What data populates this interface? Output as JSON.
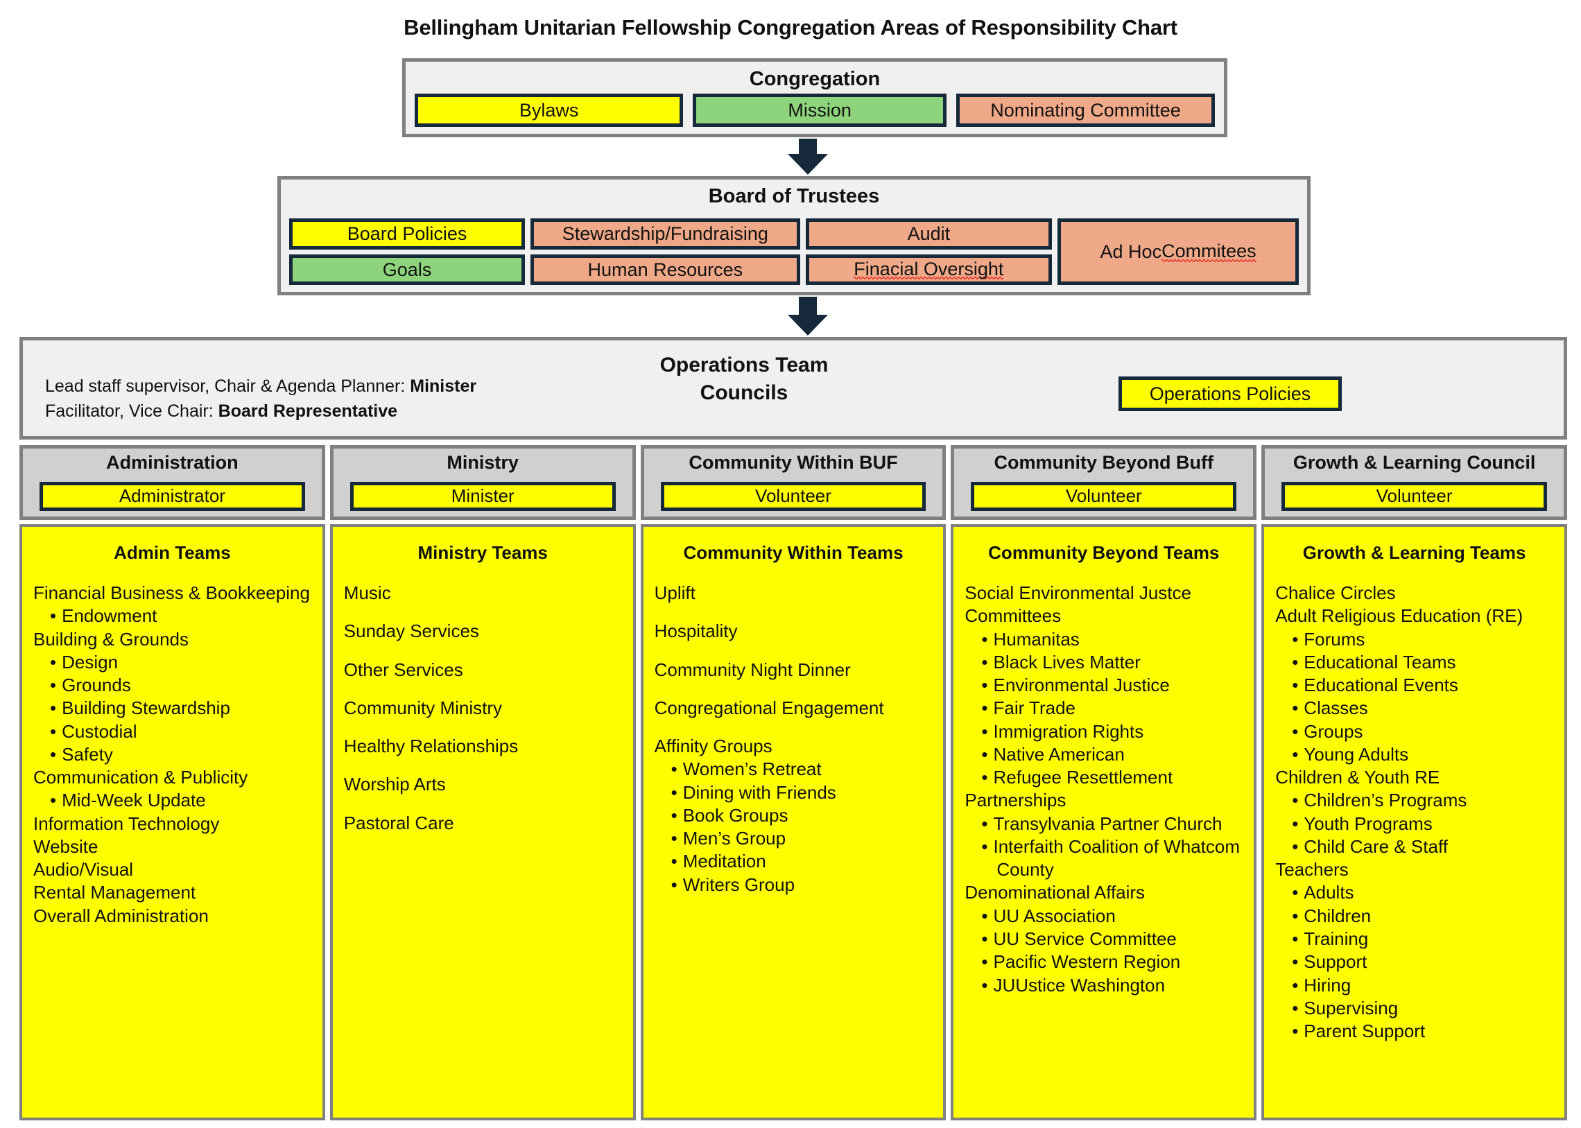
{
  "title": "Bellingham Unitarian Fellowship Congregation Areas of Responsibility Chart",
  "colors": {
    "yellow": "#ffff00",
    "green": "#8ed47d",
    "salmon": "#f0a988",
    "panel_border": "#808080",
    "panel_fill": "#f0f0f0",
    "chip_border": "#16293b",
    "arrow": "#16293b",
    "council_head_fill": "#d0d0d0"
  },
  "congregation": {
    "title": "Congregation",
    "chips": [
      {
        "label": "Bylaws",
        "color": "yellow"
      },
      {
        "label": "Mission",
        "color": "green"
      },
      {
        "label": "Nominating Committee",
        "color": "salmon"
      }
    ]
  },
  "board": {
    "title": "Board of Trustees",
    "columns": [
      {
        "chips": [
          {
            "label": "Board Policies",
            "color": "yellow"
          },
          {
            "label": "Goals",
            "color": "green"
          }
        ]
      },
      {
        "chips": [
          {
            "label": "Stewardship/Fundraising",
            "color": "salmon"
          },
          {
            "label": "Human Resources",
            "color": "salmon"
          }
        ]
      },
      {
        "chips": [
          {
            "label": "Audit",
            "color": "salmon"
          },
          {
            "label": "Finacial Oversight",
            "color": "salmon",
            "misspelled": true
          }
        ]
      },
      {
        "chips": [
          {
            "label": "Ad Hoc Commitees",
            "color": "salmon",
            "misspelled_word": "Commitees"
          }
        ]
      }
    ]
  },
  "operations": {
    "heading_line1": "Operations Team",
    "heading_line2": "Councils",
    "roles": [
      {
        "prefix": "Lead staff supervisor, Chair & Agenda Planner: ",
        "value": "Minister"
      },
      {
        "prefix": "Facilitator, Vice Chair: ",
        "value": "Board Representative"
      }
    ],
    "policy_chip": {
      "label": "Operations Policies",
      "color": "yellow"
    }
  },
  "councils": [
    {
      "title": "Administration",
      "lead": "Administrator"
    },
    {
      "title": "Ministry",
      "lead": "Minister"
    },
    {
      "title": "Community Within BUF",
      "lead": "Volunteer"
    },
    {
      "title": "Community Beyond Buff",
      "lead": "Volunteer"
    },
    {
      "title": "Growth & Learning Council",
      "lead": "Volunteer"
    }
  ],
  "teams": [
    {
      "heading": "Admin Teams",
      "items": [
        {
          "level": 1,
          "text": "Financial Business & Bookkeeping"
        },
        {
          "level": 2,
          "text": "Endowment"
        },
        {
          "level": 1,
          "text": "Building & Grounds"
        },
        {
          "level": 2,
          "text": "Design"
        },
        {
          "level": 2,
          "text": "Grounds"
        },
        {
          "level": 2,
          "text": "Building Stewardship"
        },
        {
          "level": 2,
          "text": "Custodial"
        },
        {
          "level": 2,
          "text": "Safety"
        },
        {
          "level": 1,
          "text": "Communication & Publicity"
        },
        {
          "level": 2,
          "text": "Mid-Week Update"
        },
        {
          "level": 1,
          "text": "Information Technology"
        },
        {
          "level": 1,
          "text": "Website"
        },
        {
          "level": 1,
          "text": "Audio/Visual"
        },
        {
          "level": 1,
          "text": "Rental Management"
        },
        {
          "level": 1,
          "text": "Overall Administration"
        }
      ]
    },
    {
      "heading": "Ministry Teams",
      "items": [
        {
          "level": 1,
          "text": "Music",
          "spaced": true
        },
        {
          "level": 1,
          "text": "Sunday Services",
          "spaced": true
        },
        {
          "level": 1,
          "text": "Other Services",
          "spaced": true
        },
        {
          "level": 1,
          "text": "Community Ministry",
          "spaced": true
        },
        {
          "level": 1,
          "text": "Healthy Relationships",
          "spaced": true
        },
        {
          "level": 1,
          "text": "Worship Arts",
          "spaced": true
        },
        {
          "level": 1,
          "text": "Pastoral Care",
          "spaced": true
        }
      ]
    },
    {
      "heading": "Community Within Teams",
      "items": [
        {
          "level": 1,
          "text": "Uplift",
          "spaced": true
        },
        {
          "level": 1,
          "text": "Hospitality",
          "spaced": true
        },
        {
          "level": 1,
          "text": "Community Night Dinner",
          "spaced": true
        },
        {
          "level": 1,
          "text": "Congregational Engagement",
          "spaced": true
        },
        {
          "level": 1,
          "text": "Affinity Groups"
        },
        {
          "level": 2,
          "text": "Women’s Retreat"
        },
        {
          "level": 2,
          "text": "Dining with Friends"
        },
        {
          "level": 2,
          "text": "Book Groups"
        },
        {
          "level": 2,
          "text": "Men’s Group"
        },
        {
          "level": 2,
          "text": "Meditation"
        },
        {
          "level": 2,
          "text": "Writers Group"
        }
      ]
    },
    {
      "heading": "Community Beyond Teams",
      "items": [
        {
          "level": 1,
          "text": "Social Environmental Justce Committees"
        },
        {
          "level": 2,
          "text": "Humanitas"
        },
        {
          "level": 2,
          "text": "Black Lives Matter"
        },
        {
          "level": 2,
          "text": "Environmental Justice"
        },
        {
          "level": 2,
          "text": "Fair Trade"
        },
        {
          "level": 2,
          "text": "Immigration Rights"
        },
        {
          "level": 2,
          "text": "Native American"
        },
        {
          "level": 2,
          "text": "Refugee Resettlement"
        },
        {
          "level": 1,
          "text": "Partnerships"
        },
        {
          "level": 2,
          "text": "Transylvania Partner Church"
        },
        {
          "level": 2,
          "text": "Interfaith Coalition of Whatcom County"
        },
        {
          "level": 1,
          "text": "Denominational Affairs"
        },
        {
          "level": 2,
          "text": "UU Association"
        },
        {
          "level": 2,
          "text": "UU Service Committee"
        },
        {
          "level": 2,
          "text": "Pacific Western Region"
        },
        {
          "level": 2,
          "text": "JUUstice Washington"
        }
      ]
    },
    {
      "heading": "Growth & Learning Teams",
      "items": [
        {
          "level": 1,
          "text": "Chalice Circles"
        },
        {
          "level": 1,
          "text": "Adult Religious Education  (RE)"
        },
        {
          "level": 2,
          "text": "Forums"
        },
        {
          "level": 2,
          "text": "Educational Teams"
        },
        {
          "level": 2,
          "text": "Educational Events"
        },
        {
          "level": 2,
          "text": "Classes"
        },
        {
          "level": 2,
          "text": "Groups"
        },
        {
          "level": 2,
          "text": "Young Adults"
        },
        {
          "level": 1,
          "text": "Children & Youth RE"
        },
        {
          "level": 2,
          "text": "Children’s Programs"
        },
        {
          "level": 2,
          "text": "Youth Programs"
        },
        {
          "level": 2,
          "text": "Child Care & Staff"
        },
        {
          "level": 1,
          "text": "Teachers"
        },
        {
          "level": 2,
          "text": "Adults"
        },
        {
          "level": 2,
          "text": "Children"
        },
        {
          "level": 2,
          "text": "Training"
        },
        {
          "level": 2,
          "text": "Support"
        },
        {
          "level": 2,
          "text": "Hiring"
        },
        {
          "level": 2,
          "text": "Supervising"
        },
        {
          "level": 2,
          "text": "Parent Support"
        }
      ]
    }
  ]
}
